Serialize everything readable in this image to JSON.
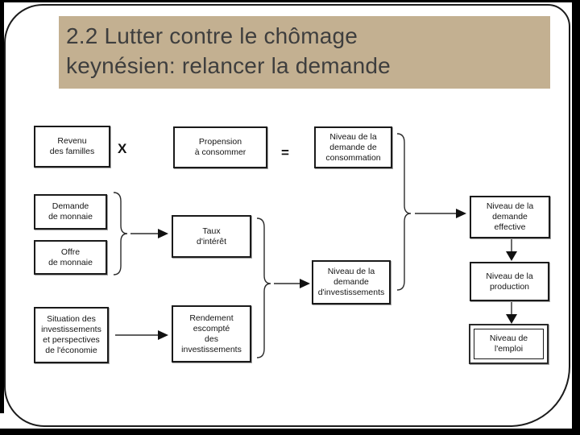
{
  "slide": {
    "banner": {
      "color": "#c3b091",
      "title_color": "#3e3e3e",
      "title_line1": "2.2 Lutter contre le chômage",
      "title_line2": "keynésien: relancer la demande"
    },
    "diagram": {
      "operators": {
        "multiply": "X",
        "equals": "="
      },
      "boxes": {
        "revenu": "Revenu\ndes familles",
        "propension": "Propension\nà consommer",
        "demande_consommation": "Niveau de la\ndemande de\nconsommation",
        "demande_monnaie": "Demande\nde monnaie",
        "offre_monnaie": "Offre\nde monnaie",
        "taux_interet": "Taux\nd'intérêt",
        "situation_investissements": "Situation des\ninvestissements\net perspectives\nde l'économie",
        "rendement_escompte": "Rendement\nescompté\ndes\ninvestissements",
        "demande_investissements": "Niveau de la\ndemande\nd'investissements",
        "demande_effective": "Niveau de la\ndemande\neffective",
        "production": "Niveau de la\nproduction",
        "emploi": "Niveau de\nl'emploi"
      },
      "line_color": "#2b2b2b"
    }
  }
}
